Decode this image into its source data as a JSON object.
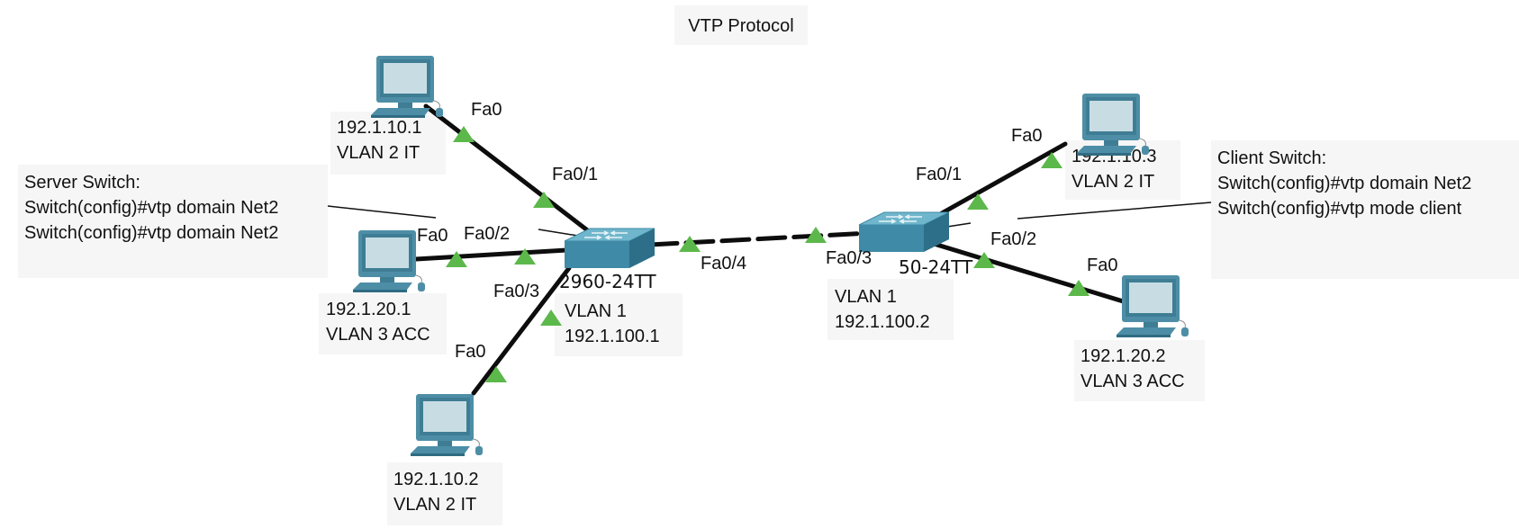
{
  "title": "VTP Protocol",
  "colors": {
    "link": "#0d0d0d",
    "port_triangle": "#5cb84a",
    "switch_top": "#6fb6cc",
    "switch_side": "#3f8aa6",
    "pc_screen": "#c8dde3",
    "pc_frame": "#4d8ea6",
    "label_bg": "#f6f6f6"
  },
  "notes": {
    "server": [
      "Server Switch:",
      "Switch(config)#vtp domain Net2",
      "Switch(config)#vtp domain Net2"
    ],
    "client": [
      "Client Switch:",
      "Switch(config)#vtp domain Net2",
      "Switch(config)#vtp mode client"
    ]
  },
  "switches": {
    "server": {
      "model": "2960-24TT",
      "lines": [
        "VLAN 1",
        "192.1.100.1"
      ]
    },
    "client": {
      "model": "50-24TT",
      "lines": [
        "VLAN 1",
        "192.1.100.2"
      ]
    }
  },
  "pcs": {
    "pc1": {
      "icon": "pc-icon",
      "lines": [
        "192.1.10.1",
        "VLAN 2 IT"
      ]
    },
    "pc2": {
      "icon": "pc-icon",
      "lines": [
        "192.1.20.1",
        "VLAN 3 ACC"
      ]
    },
    "pc3": {
      "icon": "pc-icon",
      "lines": [
        "192.1.10.2",
        "VLAN 2 IT"
      ]
    },
    "pc4": {
      "icon": "pc-icon",
      "lines": [
        "192.1.10.3",
        "VLAN 2 IT"
      ]
    },
    "pc5": {
      "icon": "pc-icon",
      "lines": [
        "192.1.20.2",
        "VLAN 3 ACC"
      ]
    }
  },
  "ports": {
    "pc1_fa0": "Fa0",
    "sw1_fa01": "Fa0/1",
    "pc2_fa0": "Fa0",
    "sw1_fa02": "Fa0/2",
    "sw1_fa03": "Fa0/3",
    "pc3_fa0": "Fa0",
    "sw1_fa04": "Fa0/4",
    "sw2_fa03": "Fa0/3",
    "sw2_fa01": "Fa0/1",
    "pc4_fa0": "Fa0",
    "sw2_fa02": "Fa0/2",
    "pc5_fa0": "Fa0"
  }
}
